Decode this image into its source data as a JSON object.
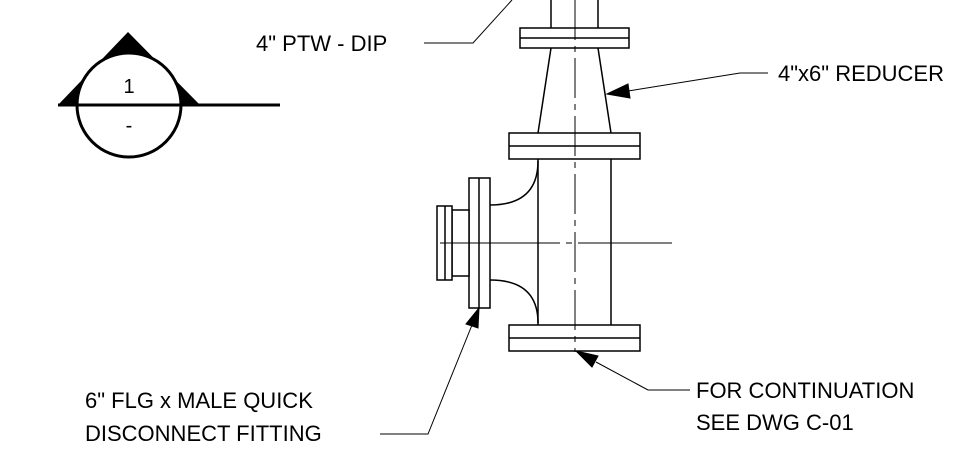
{
  "section_marker": {
    "number": "1",
    "sheet": "-"
  },
  "labels": {
    "pipe": "4\" PTW - DIP",
    "reducer": "4\"x6\" REDUCER",
    "fitting_line1": "6\" FLG x MALE QUICK",
    "fitting_line2": "DISCONNECT FITTING",
    "continuation_line1": "FOR CONTINUATION",
    "continuation_line2": "SEE DWG C-01"
  }
}
